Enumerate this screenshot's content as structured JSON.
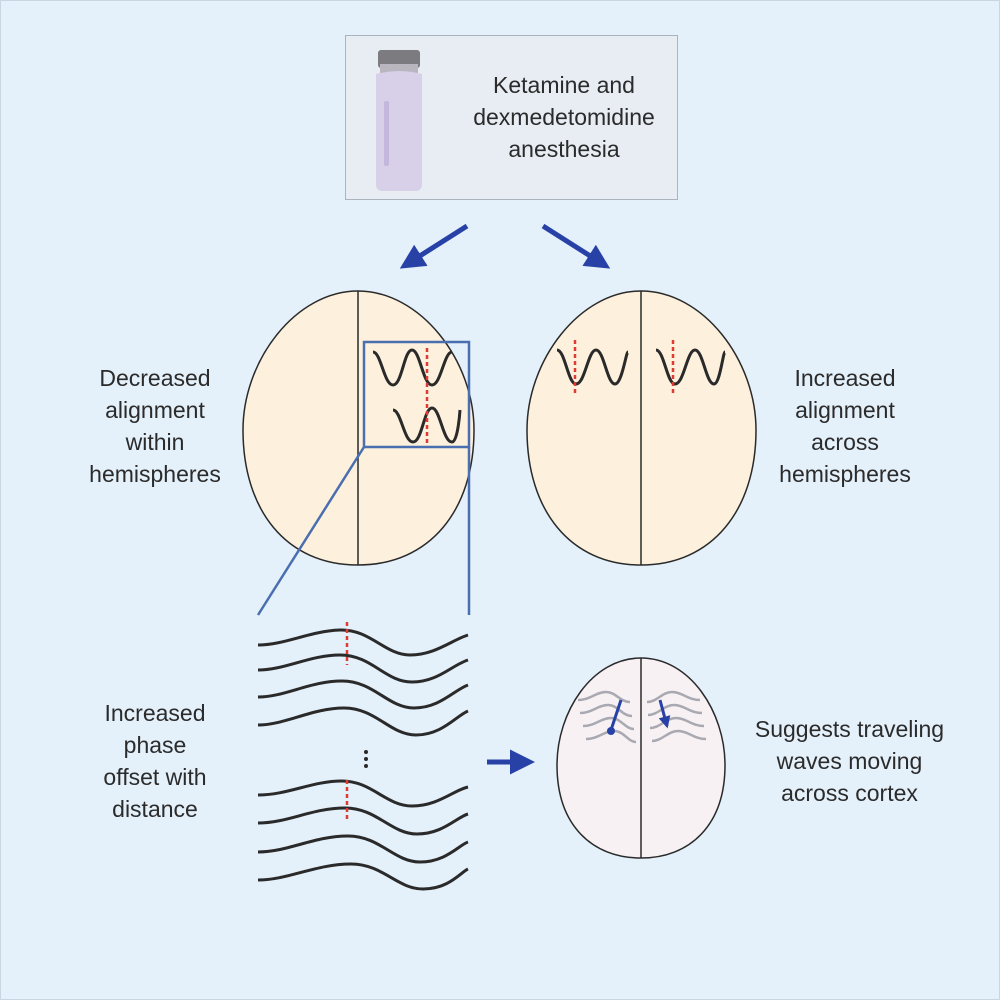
{
  "drug": {
    "label": "Ketamine and\ndexmedetomidine\nanesthesia",
    "vial_icon": "medicine-vial-icon"
  },
  "left_brain": {
    "label": "Decreased\nalignment\nwithin\nhemispheres"
  },
  "right_brain": {
    "label": "Increased\nalignment\nacross\nhemispheres"
  },
  "zoom": {
    "label": "Increased\nphase\noffset with\ndistance"
  },
  "result": {
    "label": "Suggests traveling\nwaves moving\nacross cortex"
  },
  "colors": {
    "background": "#e4f0fa",
    "brain_fill": "#fdf1dd",
    "small_brain_fill": "#f8f1f3",
    "arrow_blue": "#2841a6",
    "zoom_box_blue": "#4a6fb0",
    "phase_marker_red": "#e03a35",
    "wave_black": "#2a2a2a",
    "vial_lilac": "#d8cfe8"
  }
}
